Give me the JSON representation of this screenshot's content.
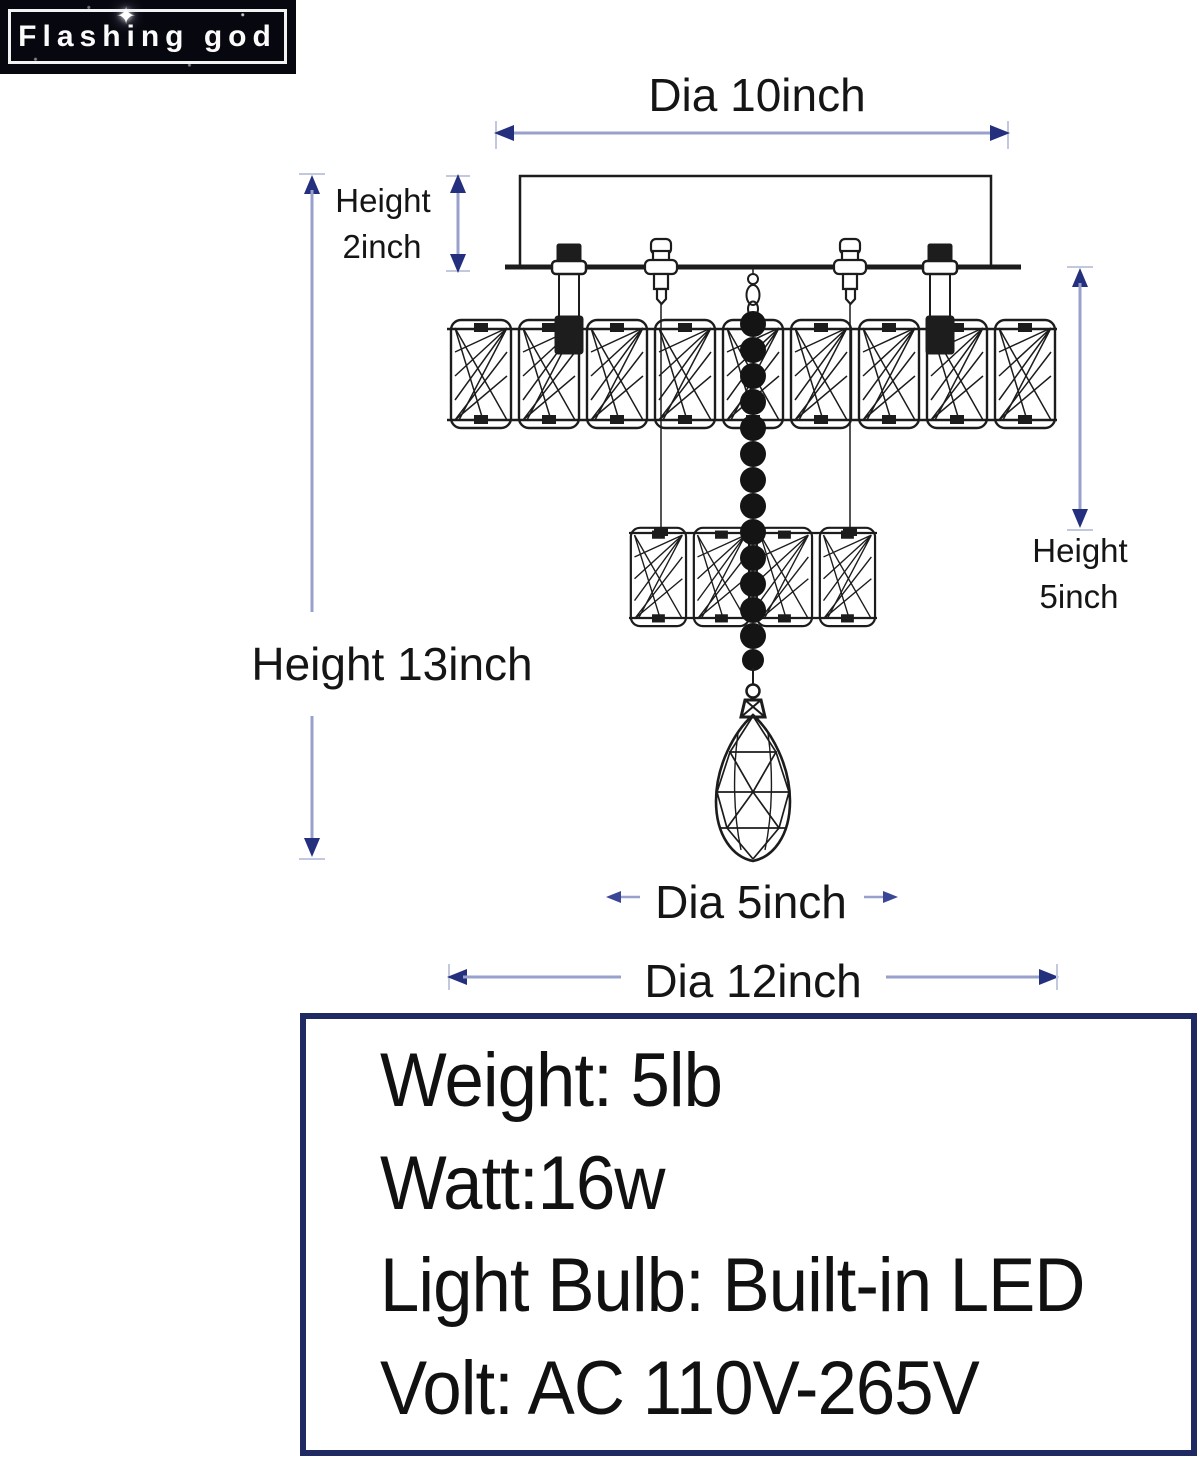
{
  "logo": {
    "brand": "Flashing god",
    "sparkle_icon": "✦"
  },
  "dimensions": {
    "dia_top": "Dia 10inch",
    "canopy_height": [
      "Height",
      "2inch"
    ],
    "total_height": "Height 13inch",
    "body_height": [
      "Height",
      "5inch"
    ],
    "dia_inner": "Dia 5inch",
    "dia_outer": "Dia 12inch"
  },
  "specs": {
    "lines": [
      "Weight: 5lb",
      "Watt:16w",
      "Light Bulb: Built-in LED",
      "Volt: AC 110V-265V"
    ]
  },
  "colors": {
    "dimension_line": "#98a1cc",
    "dimension_arrowhead": "#24307e",
    "tick_mark": "#c2c8de",
    "drawing_stroke": "#1c1c1c",
    "spec_border": "#1f2a63",
    "logo_background": "#07070f"
  }
}
